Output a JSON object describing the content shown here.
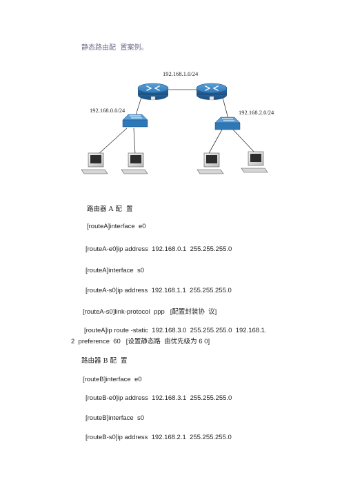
{
  "title": "静态路由配  置案例。",
  "network": {
    "label_top": "192.168.1.0/24",
    "label_left": "192.168.0.0/24",
    "label_right": "192.168.2.0/24"
  },
  "router_a": {
    "heading": "路由器 A 配  置",
    "lines": [
      "[routeA]interface  e0",
      "[routeA-e0]ip address  192.168.0.1  255.255.255.0",
      "[routeA]interface  s0",
      "[routeA-s0]ip address  192.168.1.1  255.255.255.0",
      "[routeA-s0]link-protocol  ppp   [配置封装协  议]",
      "[routeA]ip route -static  192.168.3.0  255.255.255.0  192.168.1.",
      "2  preference  60   [设置静态路  由优先级为 6 0]"
    ]
  },
  "router_b": {
    "heading": "路由器 B 配  置",
    "lines": [
      "[routeB]interface  e0",
      "[routeB-e0]ip address  192.168.3.1  255.255.255.0",
      "[routeB]interface  s0",
      "[routeB-s0]ip address  192.168.2.1  255.255.255.0"
    ]
  }
}
